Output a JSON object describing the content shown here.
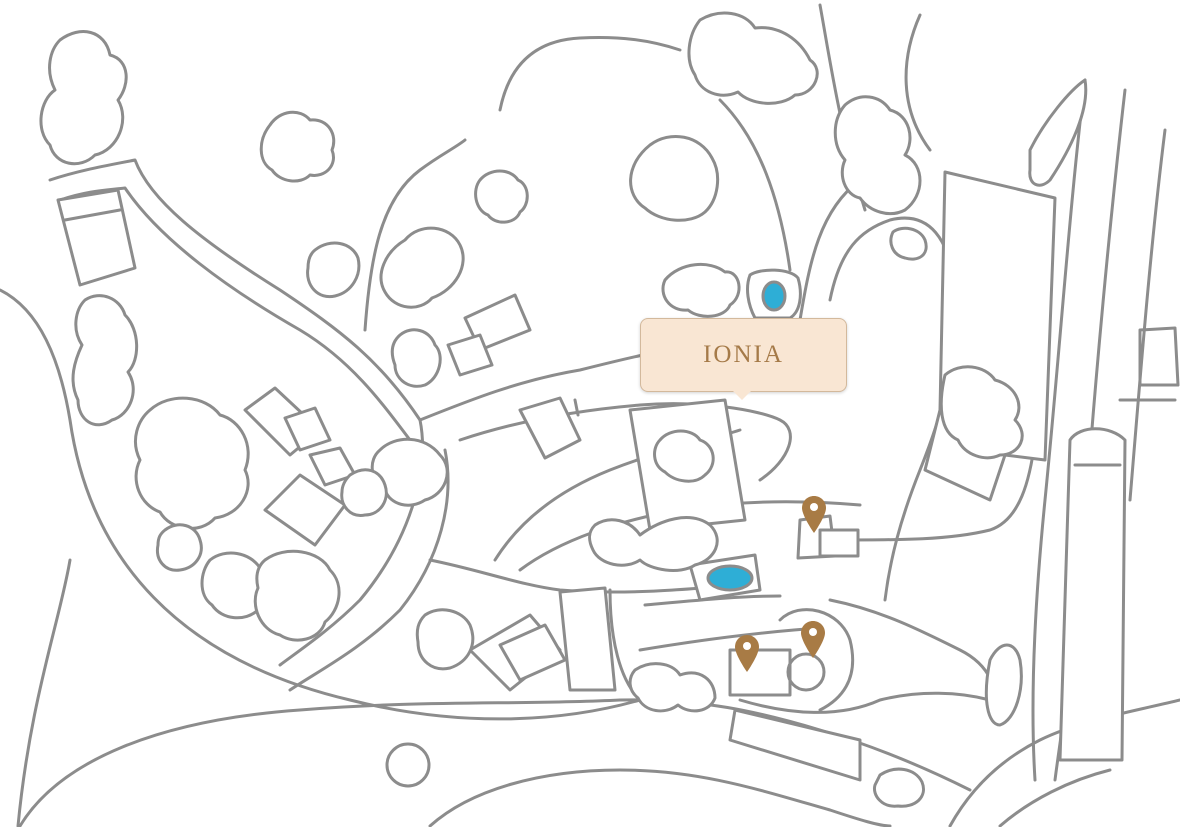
{
  "map": {
    "callout": {
      "label": "IONIA"
    },
    "markers": [
      {
        "id": "marker-1",
        "icon": "map-pin-icon",
        "color": "#a87b45"
      },
      {
        "id": "marker-2",
        "icon": "map-pin-icon",
        "color": "#a87b45"
      },
      {
        "id": "marker-3",
        "icon": "map-pin-icon",
        "color": "#a87b45"
      }
    ],
    "pools": [
      {
        "id": "pool-1",
        "color": "#2eaed6"
      },
      {
        "id": "pool-2",
        "color": "#2eaed6"
      }
    ],
    "colors": {
      "line": "#8c8c8c",
      "callout_bg": "#f9e6d3",
      "callout_text": "#a57a48",
      "pin": "#a87b45"
    }
  }
}
